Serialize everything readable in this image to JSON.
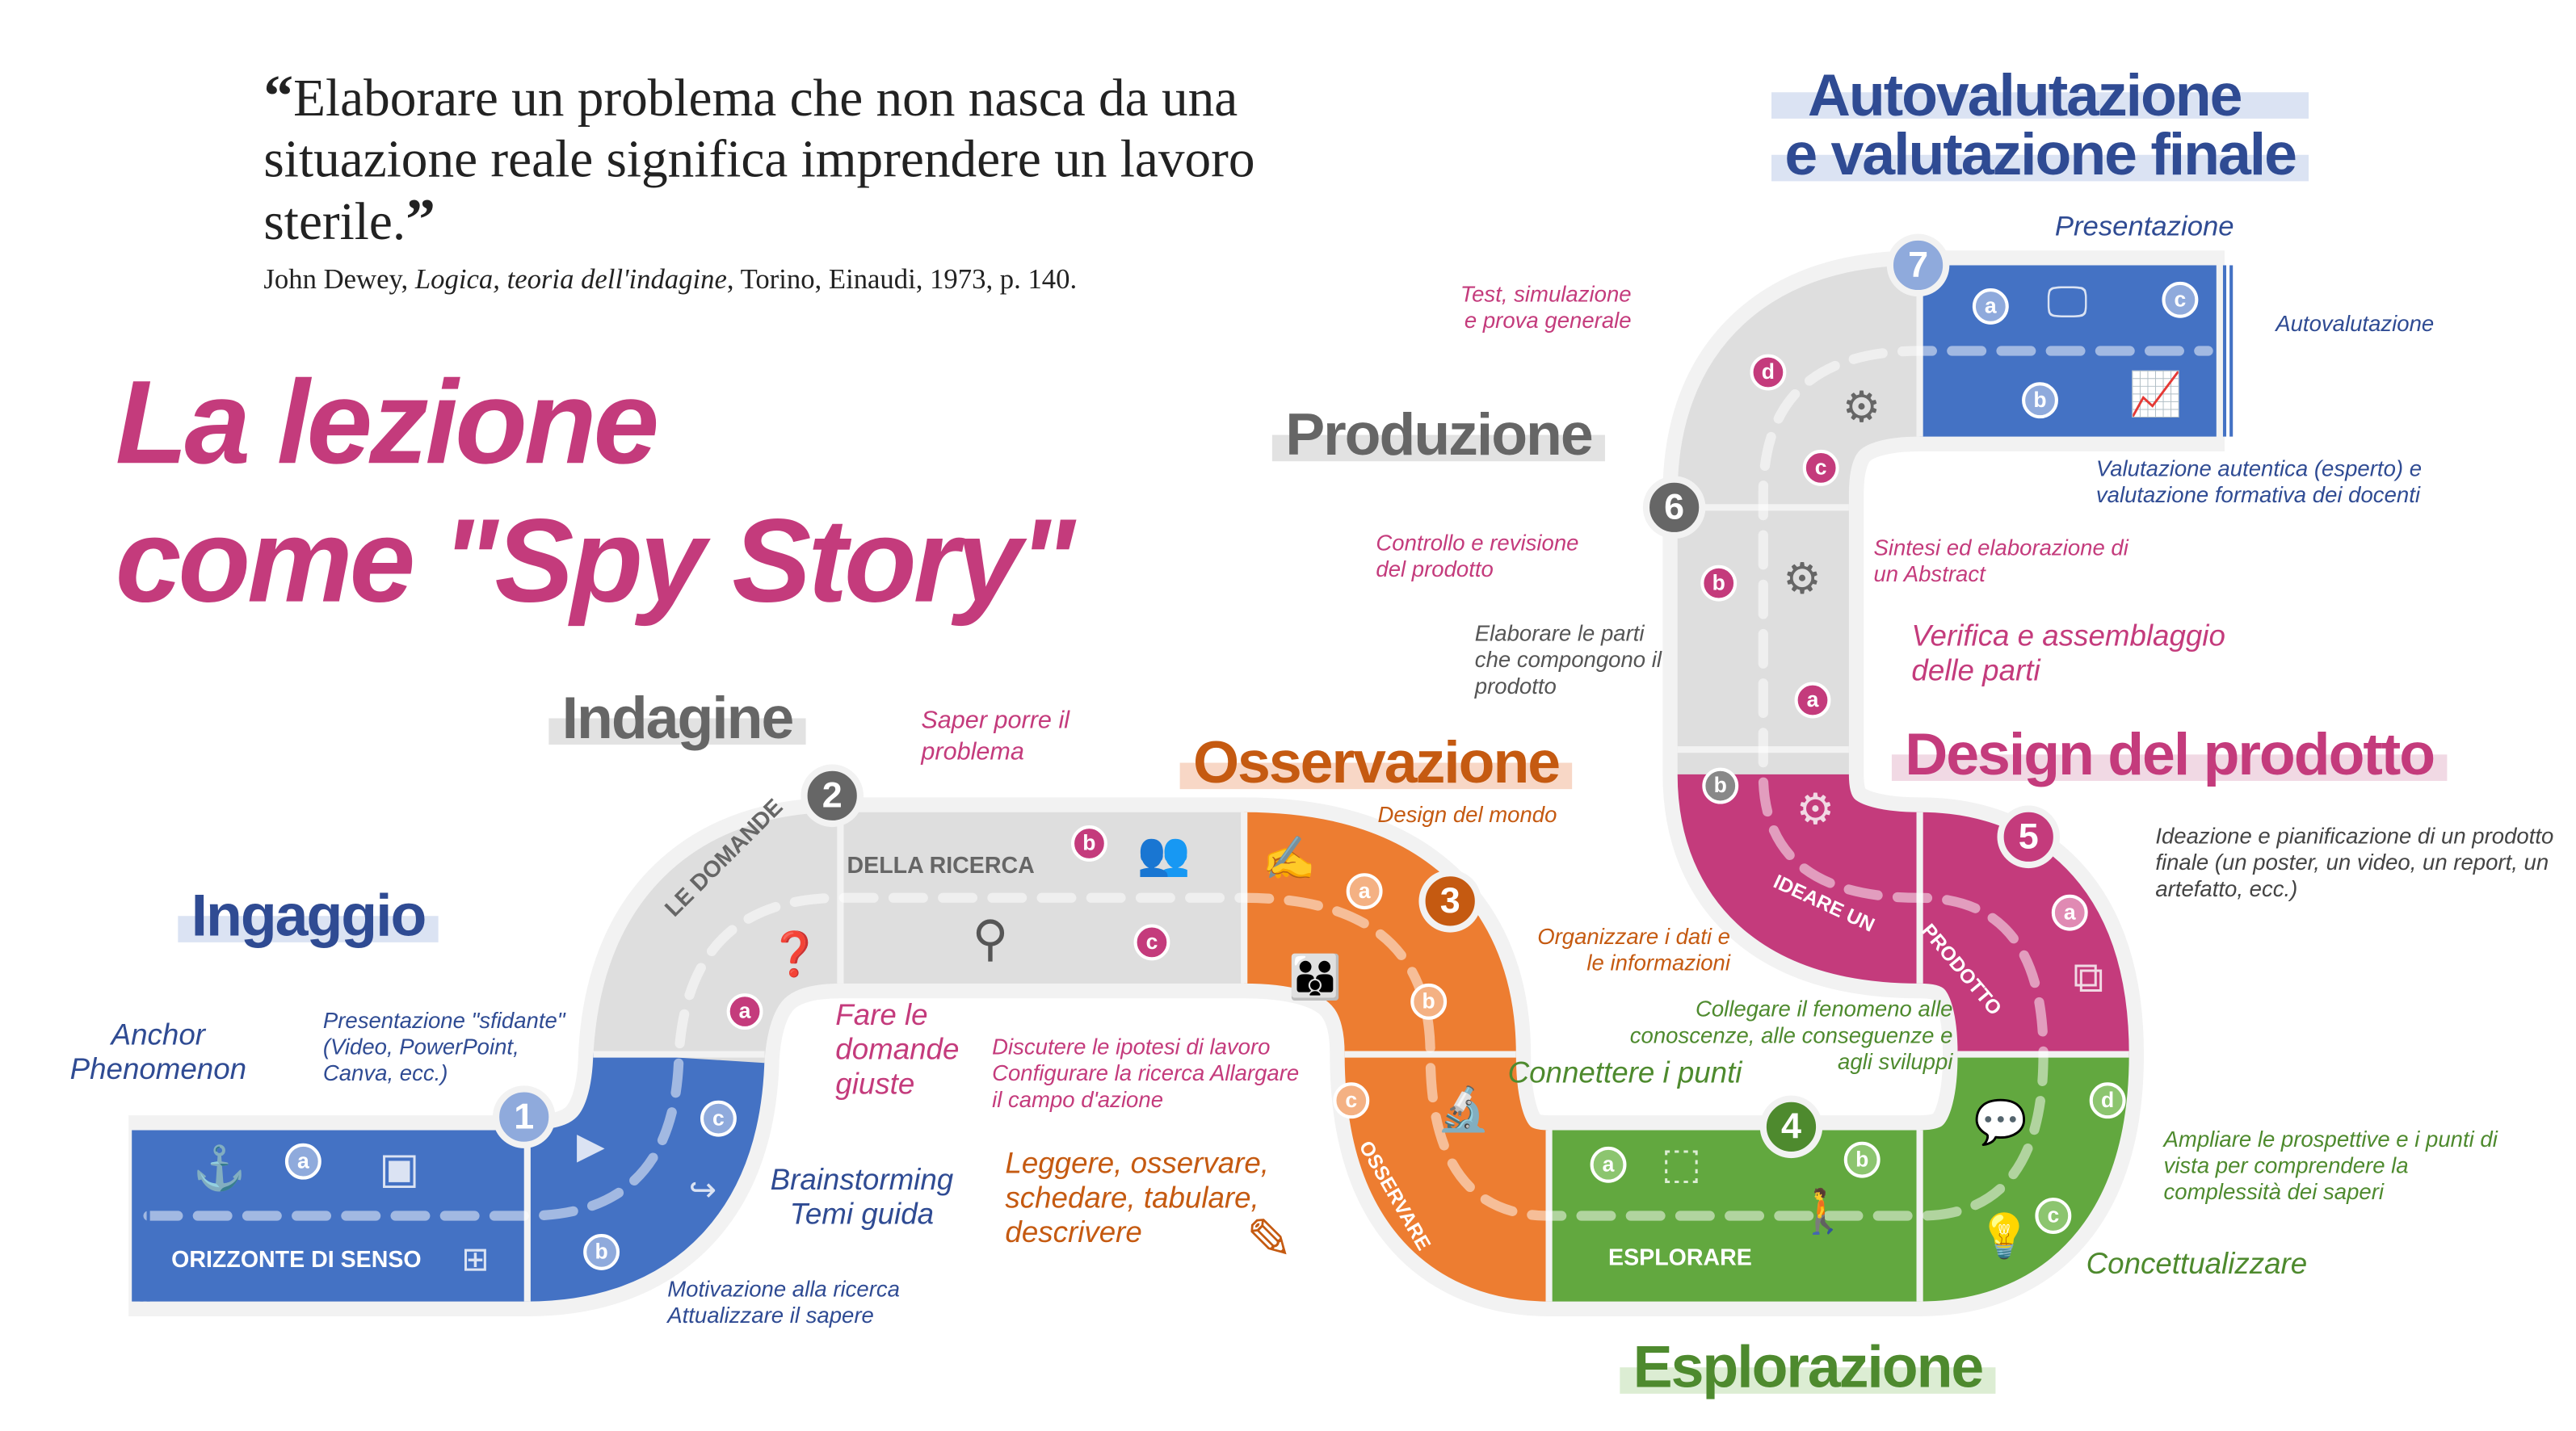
{
  "quote": {
    "open_mark": "“",
    "text": "Elaborare un problema che non nasca da una situazione reale significa imprendere un lavoro sterile.",
    "close_mark": "”",
    "author": "John Dewey,",
    "book": "Logica, teoria dell'indagine",
    "publisher": ", Torino, Einaudi, 1973, p. 140."
  },
  "title": {
    "line1": "La lezione",
    "line2": "come \"Spy Story\""
  },
  "phases": {
    "ingaggio": "Ingaggio",
    "indagine": "Indagine",
    "osservazione": "Osservazione",
    "esplorazione": "Esplorazione",
    "design": "Design del prodotto",
    "produzione": "Produzione",
    "autovalutazione_1": "Autovalutazione",
    "autovalutazione_2": "e valutazione finale"
  },
  "road_labels": {
    "orizzonte": "ORIZZONTE DI SENSO",
    "domande_1": "LE DOMANDE",
    "domande_2": "DELLA RICERCA",
    "osservare": "OSSERVARE",
    "esplorare": "ESPLORARE",
    "ideare": "IDEARE UN",
    "prodotto": "PRODOTTO"
  },
  "steps": [
    "1",
    "2",
    "3",
    "4",
    "5",
    "6",
    "7"
  ],
  "badges": {
    "a": "a",
    "b": "b",
    "c": "c",
    "d": "d"
  },
  "annotations": {
    "anchor": "Anchor Phenomenon",
    "presentazione_sfidante": "Presentazione \"sfidante\" (Video, PowerPoint, Canva, ecc.)",
    "brainstorming": "Brainstorming Temi guida",
    "motivazione": "Motivazione alla ricerca Attualizzare il sapere",
    "fare_domande": "Fare le domande giuste",
    "saper_porre": "Saper porre il problema",
    "discutere": "Discutere le ipotesi di lavoro Configurare la ricerca Allargare il campo d'azione",
    "design_mondo": "Design del mondo",
    "organizzare": "Organizzare i dati e le informazioni",
    "leggere": "Leggere, osservare, schedare, tabulare, descrivere",
    "connettere": "Connettere i punti",
    "collegare": "Collegare il fenomeno alle conoscenze, alle conseguenze e agli sviluppi",
    "ampliare": "Ampliare le prospettive e i punti di vista per comprendere la complessità dei saperi",
    "concettualizzare": "Concettualizzare",
    "ideazione": "Ideazione e pianificazione di un prodotto finale (un poster, un video, un report, un artefatto, ecc.)",
    "elaborare_parti": "Elaborare le parti che compongono il prodotto",
    "verifica": "Verifica e assemblaggio delle parti",
    "controllo": "Controllo e revisione del prodotto",
    "sintesi": "Sintesi ed elaborazione di un Abstract",
    "test": "Test, simulazione e prova generale",
    "presentazione": "Presentazione",
    "autovalutazione": "Autovalutazione",
    "valutazione": "Valutazione autentica (esperto) e valutazione formativa dei docenti"
  },
  "colors": {
    "blue": "#4472c4",
    "navy": "#2f4b93",
    "grey": "#dcdcdc",
    "darkgrey": "#666666",
    "orange": "#ed7d31",
    "orange_text": "#c55a11",
    "magenta": "#c43b7c",
    "green": "#62a83f",
    "green_text": "#4e8a2e",
    "lightblue": "#8faadc"
  }
}
